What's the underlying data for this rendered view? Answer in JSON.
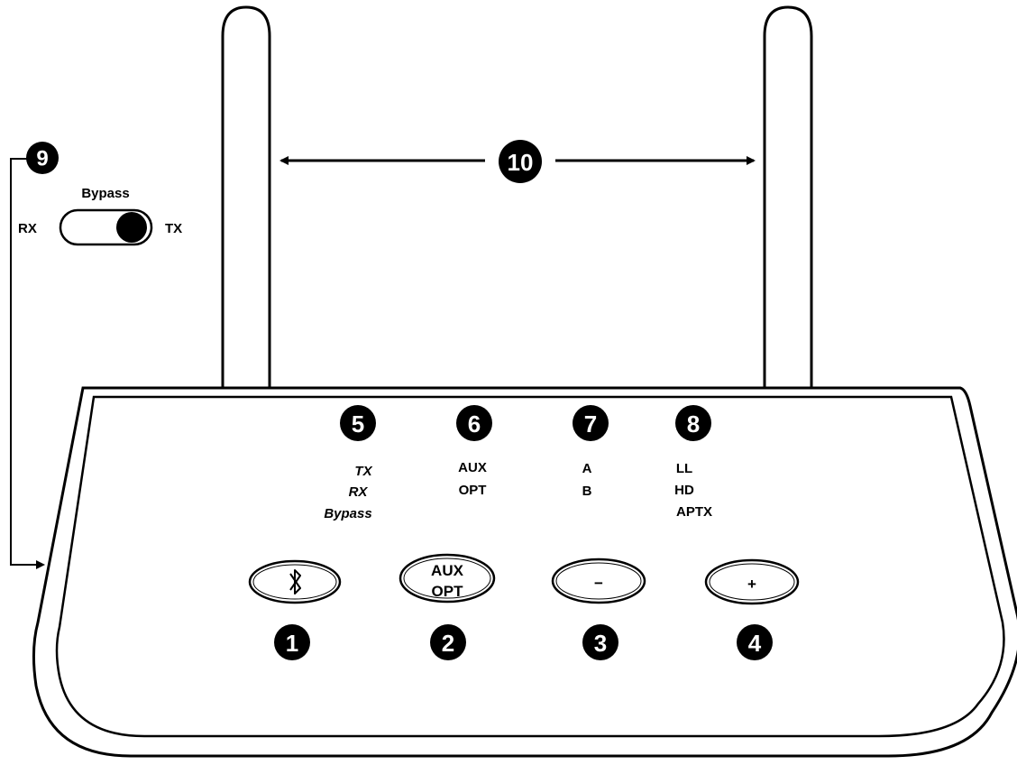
{
  "switch": {
    "title": "Bypass",
    "left_label": "RX",
    "right_label": "TX",
    "callout": "9"
  },
  "antennas": {
    "callout": "10"
  },
  "indicators": [
    {
      "callout": "5",
      "lines": [
        "TX",
        "RX",
        "Bypass"
      ],
      "italic": true
    },
    {
      "callout": "6",
      "lines": [
        "AUX",
        "OPT"
      ],
      "italic": false
    },
    {
      "callout": "7",
      "lines": [
        "A",
        "B"
      ],
      "italic": false
    },
    {
      "callout": "8",
      "lines": [
        "LL",
        "HD",
        "APTX"
      ],
      "italic": false
    }
  ],
  "buttons": [
    {
      "callout": "1",
      "icon": "bluetooth-icon",
      "lines": []
    },
    {
      "callout": "2",
      "icon": "",
      "lines": [
        "AUX",
        "OPT"
      ]
    },
    {
      "callout": "3",
      "icon": "minus-icon",
      "lines": [
        "−"
      ]
    },
    {
      "callout": "4",
      "icon": "plus-icon",
      "lines": [
        "+"
      ]
    }
  ]
}
